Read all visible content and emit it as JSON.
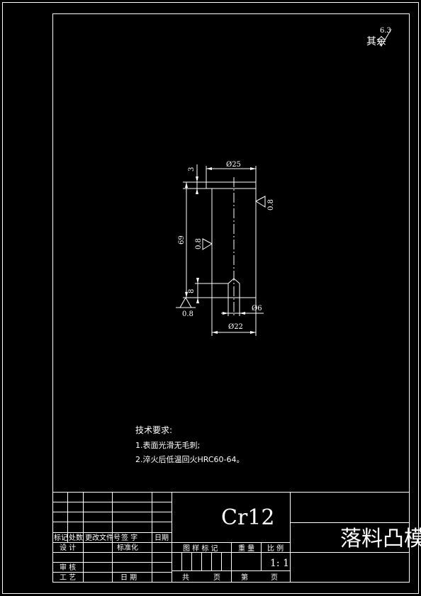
{
  "roughness_general": {
    "value": "6.3",
    "label": "其余"
  },
  "drawing": {
    "dims": {
      "top_diameter": "Ø25",
      "height_small": "3",
      "height_total": "69",
      "bottom_diameter": "Ø22",
      "hole_diameter": "Ø6",
      "hole_depth": "8"
    },
    "roughness": {
      "right": "0.8",
      "middle": "0.8",
      "bottom": "0.8"
    }
  },
  "tech_requirements": {
    "title": "技术要求:",
    "items": [
      "1.表面光滑无毛刺;",
      "2.淬火后低温回火HRC60-64。"
    ]
  },
  "title_block": {
    "material": "Cr12",
    "part_name": "落料凸模",
    "labels": {
      "mark": "标记",
      "count": "处数",
      "change_doc": "更改文件号",
      "signature": "签 字",
      "date": "日期",
      "design": "设 计",
      "standardize": "标准化",
      "review": "审 核",
      "process": "工 艺",
      "date2": "日 期",
      "drawing_mark": "图 样 标 记",
      "weight": "重 量",
      "scale": "比 例",
      "total": "共",
      "sheets": "页",
      "nth": "第",
      "page": "页"
    },
    "scale_value": "1: 1"
  }
}
